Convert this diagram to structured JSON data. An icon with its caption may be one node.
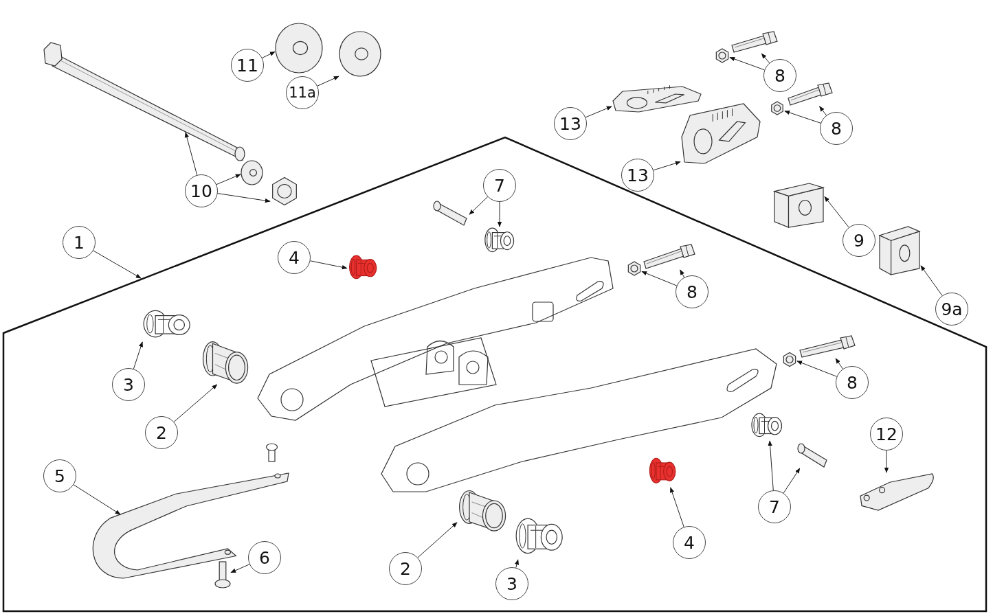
{
  "diagram": {
    "nodes": [
      {
        "text": [],
        "shape": "box"
      },
      {
        "text": [
          "11"
        ]
      },
      {
        "text": [
          "11a"
        ]
      },
      {
        "text": [
          "8"
        ]
      },
      {
        "text": [
          "13"
        ]
      },
      {
        "text": [
          "8"
        ]
      },
      {
        "text": [
          "13"
        ]
      },
      {
        "text": [
          "10"
        ]
      },
      {
        "text": [
          "7"
        ],
        "in": 0
      },
      {
        "text": [
          "9"
        ]
      },
      {
        "text": [
          "1"
        ]
      },
      {
        "text": [
          "4"
        ],
        "in": 0
      },
      {
        "text": [
          "8"
        ],
        "in": 0
      },
      {
        "text": [
          "9a"
        ]
      },
      {
        "text": [
          "3"
        ],
        "in": 0
      },
      {
        "text": [
          "8"
        ],
        "in": 0
      },
      {
        "text": [
          "2"
        ],
        "in": 0
      },
      {
        "text": [
          "12"
        ],
        "in": 0
      },
      {
        "text": [
          "5"
        ],
        "in": 0
      },
      {
        "text": [
          "7"
        ],
        "in": 0
      },
      {
        "text": [
          "4"
        ],
        "in": 0
      },
      {
        "text": [
          "6"
        ],
        "in": 0
      },
      {
        "text": [
          "2"
        ],
        "in": 0
      },
      {
        "text": [
          "3"
        ],
        "in": 0
      },
      {
        "text": [],
        "shape": "picture"
      },
      {
        "text": [],
        "shape": "picture"
      },
      {
        "text": [],
        "shape": "picture"
      },
      {
        "text": [],
        "shape": "picture"
      },
      {
        "text": [],
        "shape": "picture"
      },
      {
        "text": [],
        "shape": "picture"
      },
      {
        "text": [],
        "shape": "picture"
      },
      {
        "text": [],
        "shape": "picture"
      },
      {
        "text": [],
        "shape": "picture"
      },
      {
        "text": [],
        "shape": "picture"
      },
      {
        "text": [],
        "shape": "picture"
      },
      {
        "text": [],
        "shape": "picture",
        "in": 0
      },
      {
        "text": [],
        "shape": "picture",
        "in": 0
      },
      {
        "text": [],
        "shape": "picture"
      },
      {
        "text": [],
        "shape": "picture",
        "in": 0
      },
      {
        "text": [],
        "shape": "picture",
        "in": 0
      },
      {
        "text": [],
        "shape": "picture",
        "in": 0
      },
      {
        "text": [],
        "shape": "picture"
      },
      {
        "text": [],
        "shape": "picture",
        "in": 0
      },
      {
        "text": [],
        "shape": "picture",
        "in": 0
      },
      {
        "text": [],
        "shape": "picture",
        "in": 0
      },
      {
        "text": [],
        "shape": "picture",
        "in": 0
      },
      {
        "text": [],
        "shape": "picture",
        "in": 0
      },
      {
        "text": [],
        "shape": "picture",
        "in": 0
      },
      {
        "text": [],
        "shape": "picture",
        "in": 0
      },
      {
        "text": [],
        "shape": "picture",
        "in": 0
      },
      {
        "text": [],
        "shape": "picture",
        "in": 0
      },
      {
        "text": [],
        "shape": "picture",
        "in": 0
      },
      {
        "text": [],
        "shape": "picture",
        "in": 0
      },
      {
        "text": [],
        "shape": "picture",
        "in": 0
      }
    ],
    "edges": [
      {
        "from": 1,
        "to": 24,
        "arrow": "to"
      },
      {
        "from": 2,
        "to": 25,
        "arrow": "to"
      },
      {
        "from": 3,
        "to": 26,
        "arrow": "to"
      },
      {
        "from": 3,
        "to": 27,
        "arrow": "to"
      },
      {
        "from": 4,
        "to": 28,
        "arrow": "to"
      },
      {
        "from": 5,
        "to": 29,
        "arrow": "to"
      },
      {
        "from": 5,
        "to": 30,
        "arrow": "to"
      },
      {
        "from": 6,
        "to": 31,
        "arrow": "to"
      },
      {
        "from": 7,
        "to": 32,
        "arrow": "to"
      },
      {
        "from": 7,
        "to": 33,
        "arrow": "to"
      },
      {
        "from": 7,
        "to": 34,
        "arrow": "to"
      },
      {
        "from": 8,
        "to": 35,
        "arrow": "to"
      },
      {
        "from": 8,
        "to": 36,
        "arrow": "to"
      },
      {
        "from": 9,
        "to": 37,
        "arrow": "to"
      },
      {
        "from": 10,
        "to": 0,
        "arrow": "to"
      },
      {
        "from": 11,
        "to": 38,
        "arrow": "to"
      },
      {
        "from": 12,
        "to": 39,
        "arrow": "to"
      },
      {
        "from": 12,
        "to": 40,
        "arrow": "to"
      },
      {
        "from": 13,
        "to": 41,
        "arrow": "to"
      },
      {
        "from": 14,
        "to": 42,
        "arrow": "to"
      },
      {
        "from": 15,
        "to": 43,
        "arrow": "to"
      },
      {
        "from": 15,
        "to": 44,
        "arrow": "to"
      },
      {
        "from": 16,
        "to": 45,
        "arrow": "to"
      },
      {
        "from": 17,
        "to": 46,
        "arrow": "to"
      },
      {
        "from": 18,
        "to": 47,
        "arrow": "to"
      },
      {
        "from": 19,
        "to": 48,
        "arrow": "to"
      },
      {
        "from": 19,
        "to": 49,
        "arrow": "to"
      },
      {
        "from": 20,
        "to": 50,
        "arrow": "to"
      },
      {
        "from": 21,
        "to": 51,
        "arrow": "to"
      },
      {
        "from": 22,
        "to": 52,
        "arrow": "to"
      },
      {
        "from": 23,
        "to": 53,
        "arrow": "to"
      }
    ]
  }
}
